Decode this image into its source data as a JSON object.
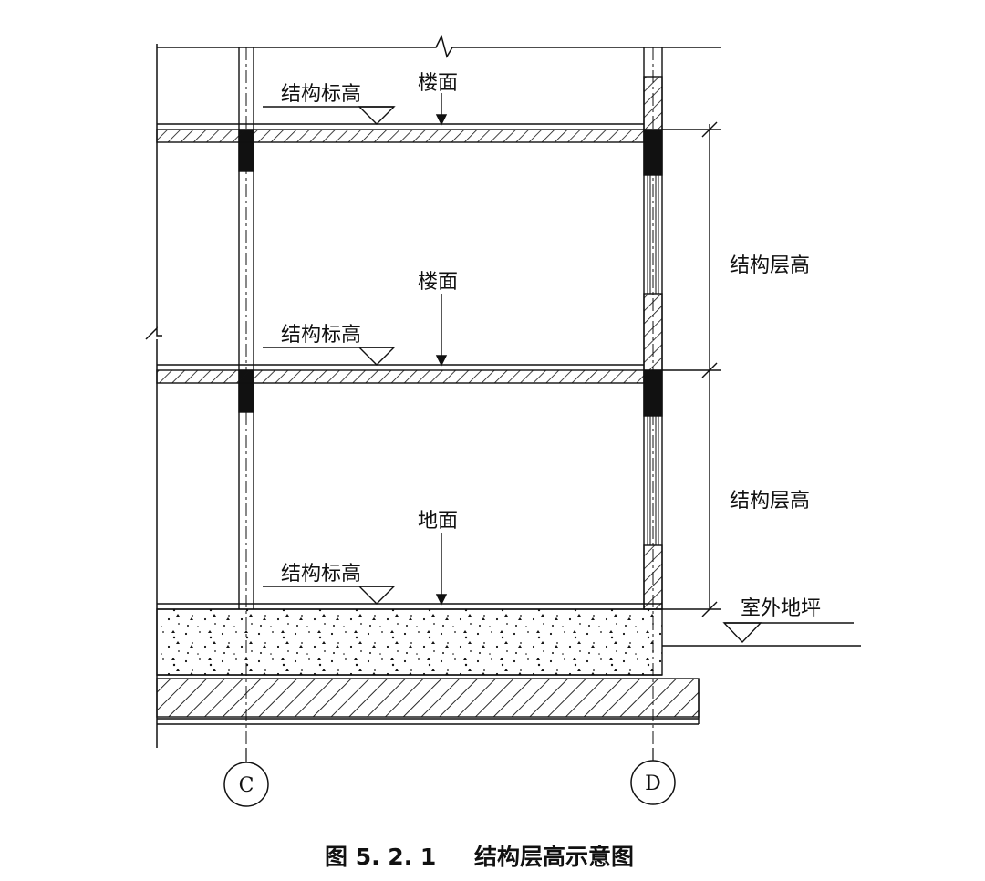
{
  "labels": {
    "floor_surface": "楼面",
    "ground_surface": "地面",
    "structural_elevation": "结构标高",
    "structural_storey_height": "结构层高",
    "outdoor_grade": "室外地坪"
  },
  "axes": {
    "left": "C",
    "right": "D"
  },
  "caption": {
    "number": "图 5. 2. 1",
    "title": "结构层高示意图"
  },
  "colors": {
    "line": "#111111",
    "background": "#ffffff"
  }
}
